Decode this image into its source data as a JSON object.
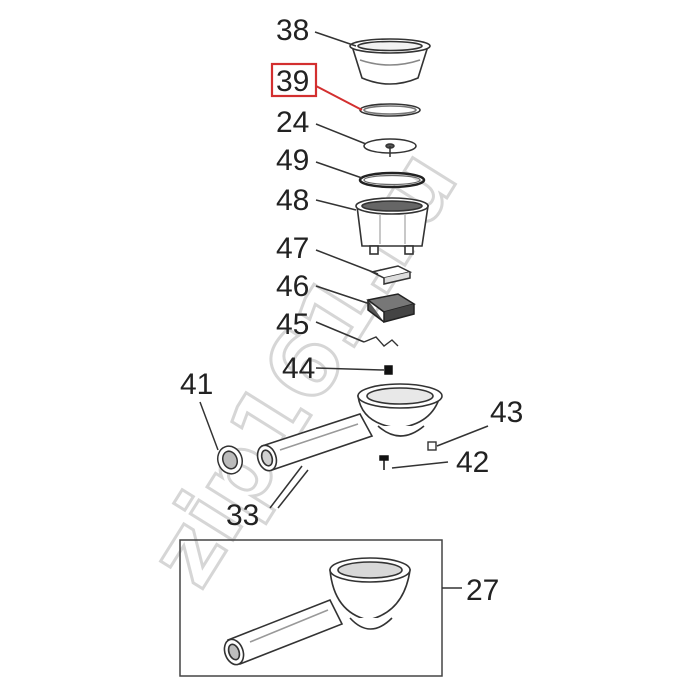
{
  "labels": {
    "p38": "38",
    "p39": "39",
    "p24": "24",
    "p49": "49",
    "p48": "48",
    "p47": "47",
    "p46": "46",
    "p45": "45",
    "p44": "44",
    "p41": "41",
    "p43": "43",
    "p42": "42",
    "p33": "33",
    "p27": "27"
  },
  "watermark": "zip161.ru",
  "highlight_color": "#d32f2f",
  "line_color": "#333333"
}
